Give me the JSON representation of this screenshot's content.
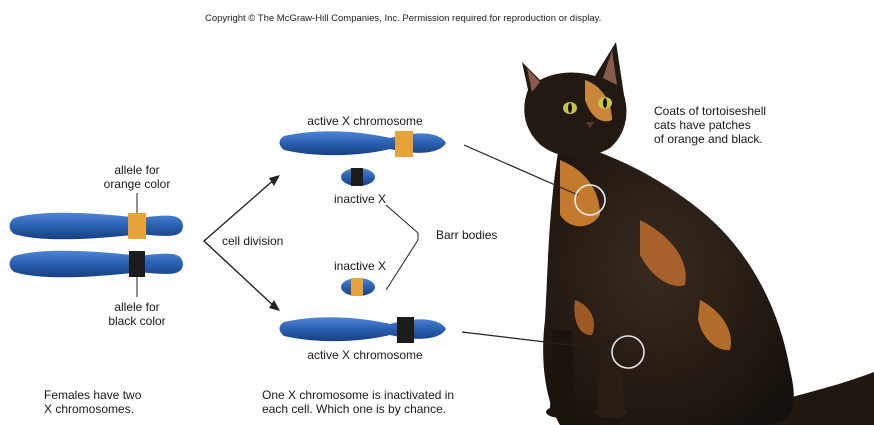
{
  "copyright": "Copyright © The McGraw-Hill Companies, Inc. Permission required for reproduction or display.",
  "labels": {
    "allele_orange_line1": "allele for",
    "allele_orange_line2": "orange color",
    "allele_black_line1": "allele for",
    "allele_black_line2": "black color",
    "cell_division": "cell division",
    "active_x_top": "active X chromosome",
    "inactive_x_top": "inactive X",
    "barr_bodies": "Barr bodies",
    "inactive_x_bottom": "inactive X",
    "active_x_bottom": "active X chromosome",
    "coats_line1": "Coats of tortoiseshell",
    "coats_line2": "cats have patches",
    "coats_line3": "of orange and black.",
    "females_line1": "Females have two",
    "females_line2": "X chromosomes.",
    "one_x_line1": "One X chromosome is inactivated in",
    "one_x_line2": "each cell. Which one is by chance."
  },
  "colors": {
    "chromosome_blue": "#2a5fb0",
    "chromosome_dark": "#173f82",
    "orange_allele": "#e8a23a",
    "black_allele": "#1c1c1c",
    "cat_black": "#1f1712",
    "cat_orange": "#c47a2e"
  }
}
